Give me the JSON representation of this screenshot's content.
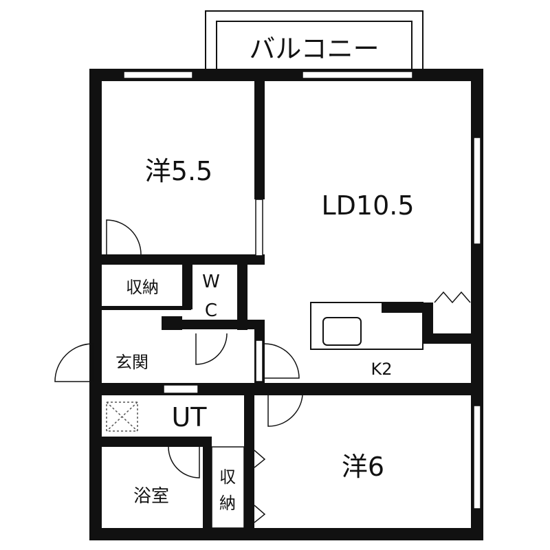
{
  "floor_plan": {
    "balcony": "バルコニー",
    "rooms": {
      "western_room_1": "洋5.5",
      "living_dining": "LD10.5",
      "closet_1": "収納",
      "wc_top": "W",
      "wc_bottom": "C",
      "entrance": "玄関",
      "kitchen": "K2",
      "utility": "UT",
      "bathroom": "浴室",
      "closet_2_top": "収",
      "closet_2_bottom": "納",
      "western_room_2": "洋6"
    },
    "colors": {
      "wall": "#111111",
      "background": "#ffffff"
    }
  }
}
